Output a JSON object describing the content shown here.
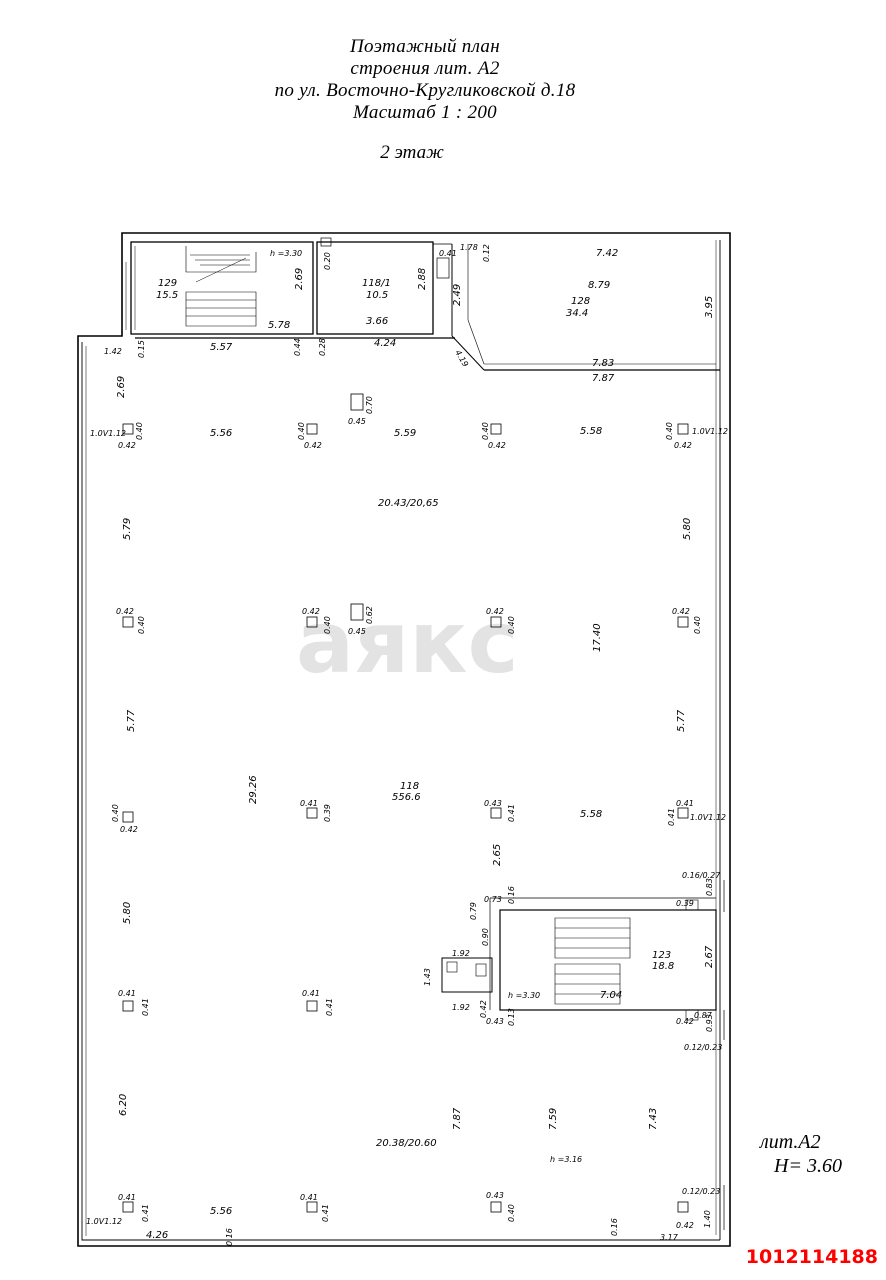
{
  "title": {
    "line1": "Поэтажный план",
    "line2": "строения лит. А2",
    "line3": "по ул. Восточно-Кругликовской д.18",
    "line4": "Масштаб   1 : 200"
  },
  "floor": "2  этаж",
  "watermark": "аякс",
  "building": {
    "lit": "лит.А2",
    "height": "H= 3.60"
  },
  "listing_id": "1012114188",
  "rooms": {
    "r129": {
      "num": "129",
      "area": "15.5",
      "h": "h =3.30"
    },
    "r118_1": {
      "num": "118/1",
      "area": "10.5"
    },
    "r128": {
      "num": "128",
      "area": "34.4"
    },
    "r118": {
      "num": "118",
      "area": "556.6"
    },
    "r123": {
      "num": "123",
      "area": "18.8",
      "h": "h =3.30"
    },
    "hall_h": "h =3.16"
  },
  "dims": {
    "d578": "5.78",
    "d269a": "2.69",
    "d020": "0.20",
    "d366": "3.66",
    "d288": "2.88",
    "d041a": "0.41",
    "d178": "1.78",
    "d012": "0.12",
    "d742": "7.42",
    "d879": "8.79",
    "d395": "3.95",
    "d249": "2.49",
    "d424": "4.24",
    "d419": "4.19",
    "d783": "7.83",
    "d787": "7.87",
    "d142": "1.42",
    "d015": "0.15",
    "d557": "5.57",
    "d044": "0.44",
    "d028": "0.28",
    "d269b": "2.69",
    "d070": "0.70",
    "d045a": "0.45",
    "d556a": "5.56",
    "d559": "5.59",
    "d558a": "5.58",
    "d2043": "20.43/20,65",
    "d579": "5.79",
    "d580a": "5.80",
    "d062": "0.62",
    "d045b": "0.45",
    "d1740": "17.40",
    "d577a": "5.77",
    "d577b": "5.77",
    "d2926": "29.26",
    "d558b": "5.58",
    "d265": "2.65",
    "d580b": "5.80",
    "d073": "0.73",
    "d016": "0.16",
    "d079": "0.79",
    "d090": "0.90",
    "d192a": "1.92",
    "d143": "1.43",
    "d192b": "1.92",
    "d267": "2.67",
    "d704": "7.04",
    "d016_027": "0.16/0.27",
    "d083": "0.83",
    "d087": "0.87",
    "d093": "0.93",
    "d012_023a": "0.12/0.23",
    "d620": "6.20",
    "d787b": "7.87",
    "d759": "7.59",
    "d743": "7.43",
    "d2038": "20.38/20.60",
    "d012_023b": "0.12/0.23",
    "d556b": "5.56",
    "d426": "4.26",
    "d016b": "0.16",
    "d016c": "0.16",
    "d317": "3.17",
    "d140": "1.40",
    "col_r1_1a": "0.40",
    "col_r1_1b": "0.42",
    "col_r1_2a": "0.40",
    "col_r1_2b": "0.42",
    "col_r1_3a": "0.40",
    "col_r1_3b": "0.42",
    "col_r1_4a": "0.40",
    "col_r1_4b": "0.42",
    "col_r2_1a": "0.42",
    "col_r2_1b": "0.40",
    "col_r2_2a": "0.42",
    "col_r2_2b": "0.40",
    "col_r2_3a": "0.42",
    "col_r2_3b": "0.40",
    "col_r2_4a": "0.42",
    "col_r2_4b": "0.40",
    "col_r3_1a": "0.40",
    "col_r3_1b": "0.42",
    "col_r3_2a": "0.41",
    "col_r3_2b": "0.39",
    "col_r3_3a": "0.43",
    "col_r3_3b": "0.41",
    "col_r3_4a": "0.41",
    "col_r3_4b": "0.41",
    "col_r4_1a": "0.41",
    "col_r4_1b": "0.41",
    "col_r4_2a": "0.41",
    "col_r4_2b": "0.41",
    "col_r5_1a": "0.41",
    "col_r5_1b": "0.41",
    "col_r5_2a": "0.41",
    "col_r5_2b": "0.41",
    "col_r5_3a": "0.43",
    "col_r5_3b": "0.40",
    "col_r5_4a": "0.42",
    "win1": "1.0V1.12",
    "win2": "1.0V1.12",
    "win3": "1.0V1.12",
    "win4": "1.0V1.12",
    "c042a": "0.42",
    "c013": "0.13",
    "c039": "0.39",
    "c042b": "0.42",
    "c043": "0.43"
  }
}
